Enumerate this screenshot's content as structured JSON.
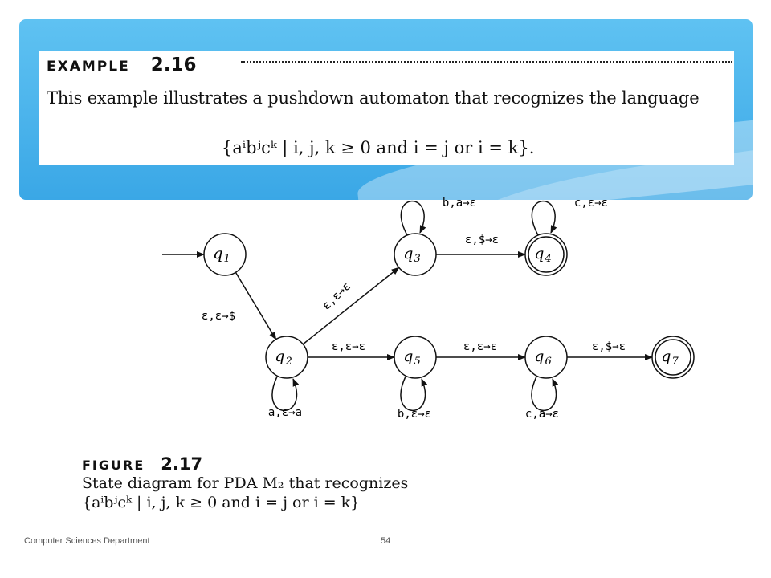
{
  "example": {
    "label": "EXAMPLE",
    "number": "2.16",
    "text": "This example illustrates a pushdown automaton that recognizes the language",
    "language": "{aⁱbʲcᵏ | i, j, k ≥ 0 and i = j or i = k}."
  },
  "diagram": {
    "states": [
      {
        "id": "q1",
        "label": "q",
        "sub": "1",
        "accept": false,
        "start": true
      },
      {
        "id": "q2",
        "label": "q",
        "sub": "2",
        "accept": false,
        "start": false
      },
      {
        "id": "q3",
        "label": "q",
        "sub": "3",
        "accept": false,
        "start": false
      },
      {
        "id": "q4",
        "label": "q",
        "sub": "4",
        "accept": true,
        "start": false
      },
      {
        "id": "q5",
        "label": "q",
        "sub": "5",
        "accept": false,
        "start": false
      },
      {
        "id": "q6",
        "label": "q",
        "sub": "6",
        "accept": false,
        "start": false
      },
      {
        "id": "q7",
        "label": "q",
        "sub": "7",
        "accept": true,
        "start": false
      }
    ],
    "transitions": [
      {
        "from": "q1",
        "to": "q2",
        "label": "ε,ε→$"
      },
      {
        "from": "q2",
        "to": "q3",
        "label": "ε,ε→ε"
      },
      {
        "from": "q3",
        "to": "q3",
        "label": "b,a→ε"
      },
      {
        "from": "q3",
        "to": "q4",
        "label": "ε,$→ε"
      },
      {
        "from": "q4",
        "to": "q4",
        "label": "c,ε→ε"
      },
      {
        "from": "q2",
        "to": "q2",
        "label": "a,ε→a"
      },
      {
        "from": "q2",
        "to": "q5",
        "label": "ε,ε→ε"
      },
      {
        "from": "q5",
        "to": "q5",
        "label": "b,ε→ε"
      },
      {
        "from": "q5",
        "to": "q6",
        "label": "ε,ε→ε"
      },
      {
        "from": "q6",
        "to": "q6",
        "label": "c,a→ε"
      },
      {
        "from": "q6",
        "to": "q7",
        "label": "ε,$→ε"
      }
    ]
  },
  "figure": {
    "label": "FIGURE",
    "number": "2.17",
    "line1": "State diagram for PDA M₂ that recognizes",
    "line2": "{aⁱbʲcᵏ | i, j, k ≥ 0 and i = j or i = k}"
  },
  "footer": {
    "department": "Computer Sciences Department",
    "page": "54"
  },
  "colors": {
    "banner": "#3aa7e6",
    "ink": "#111111"
  }
}
